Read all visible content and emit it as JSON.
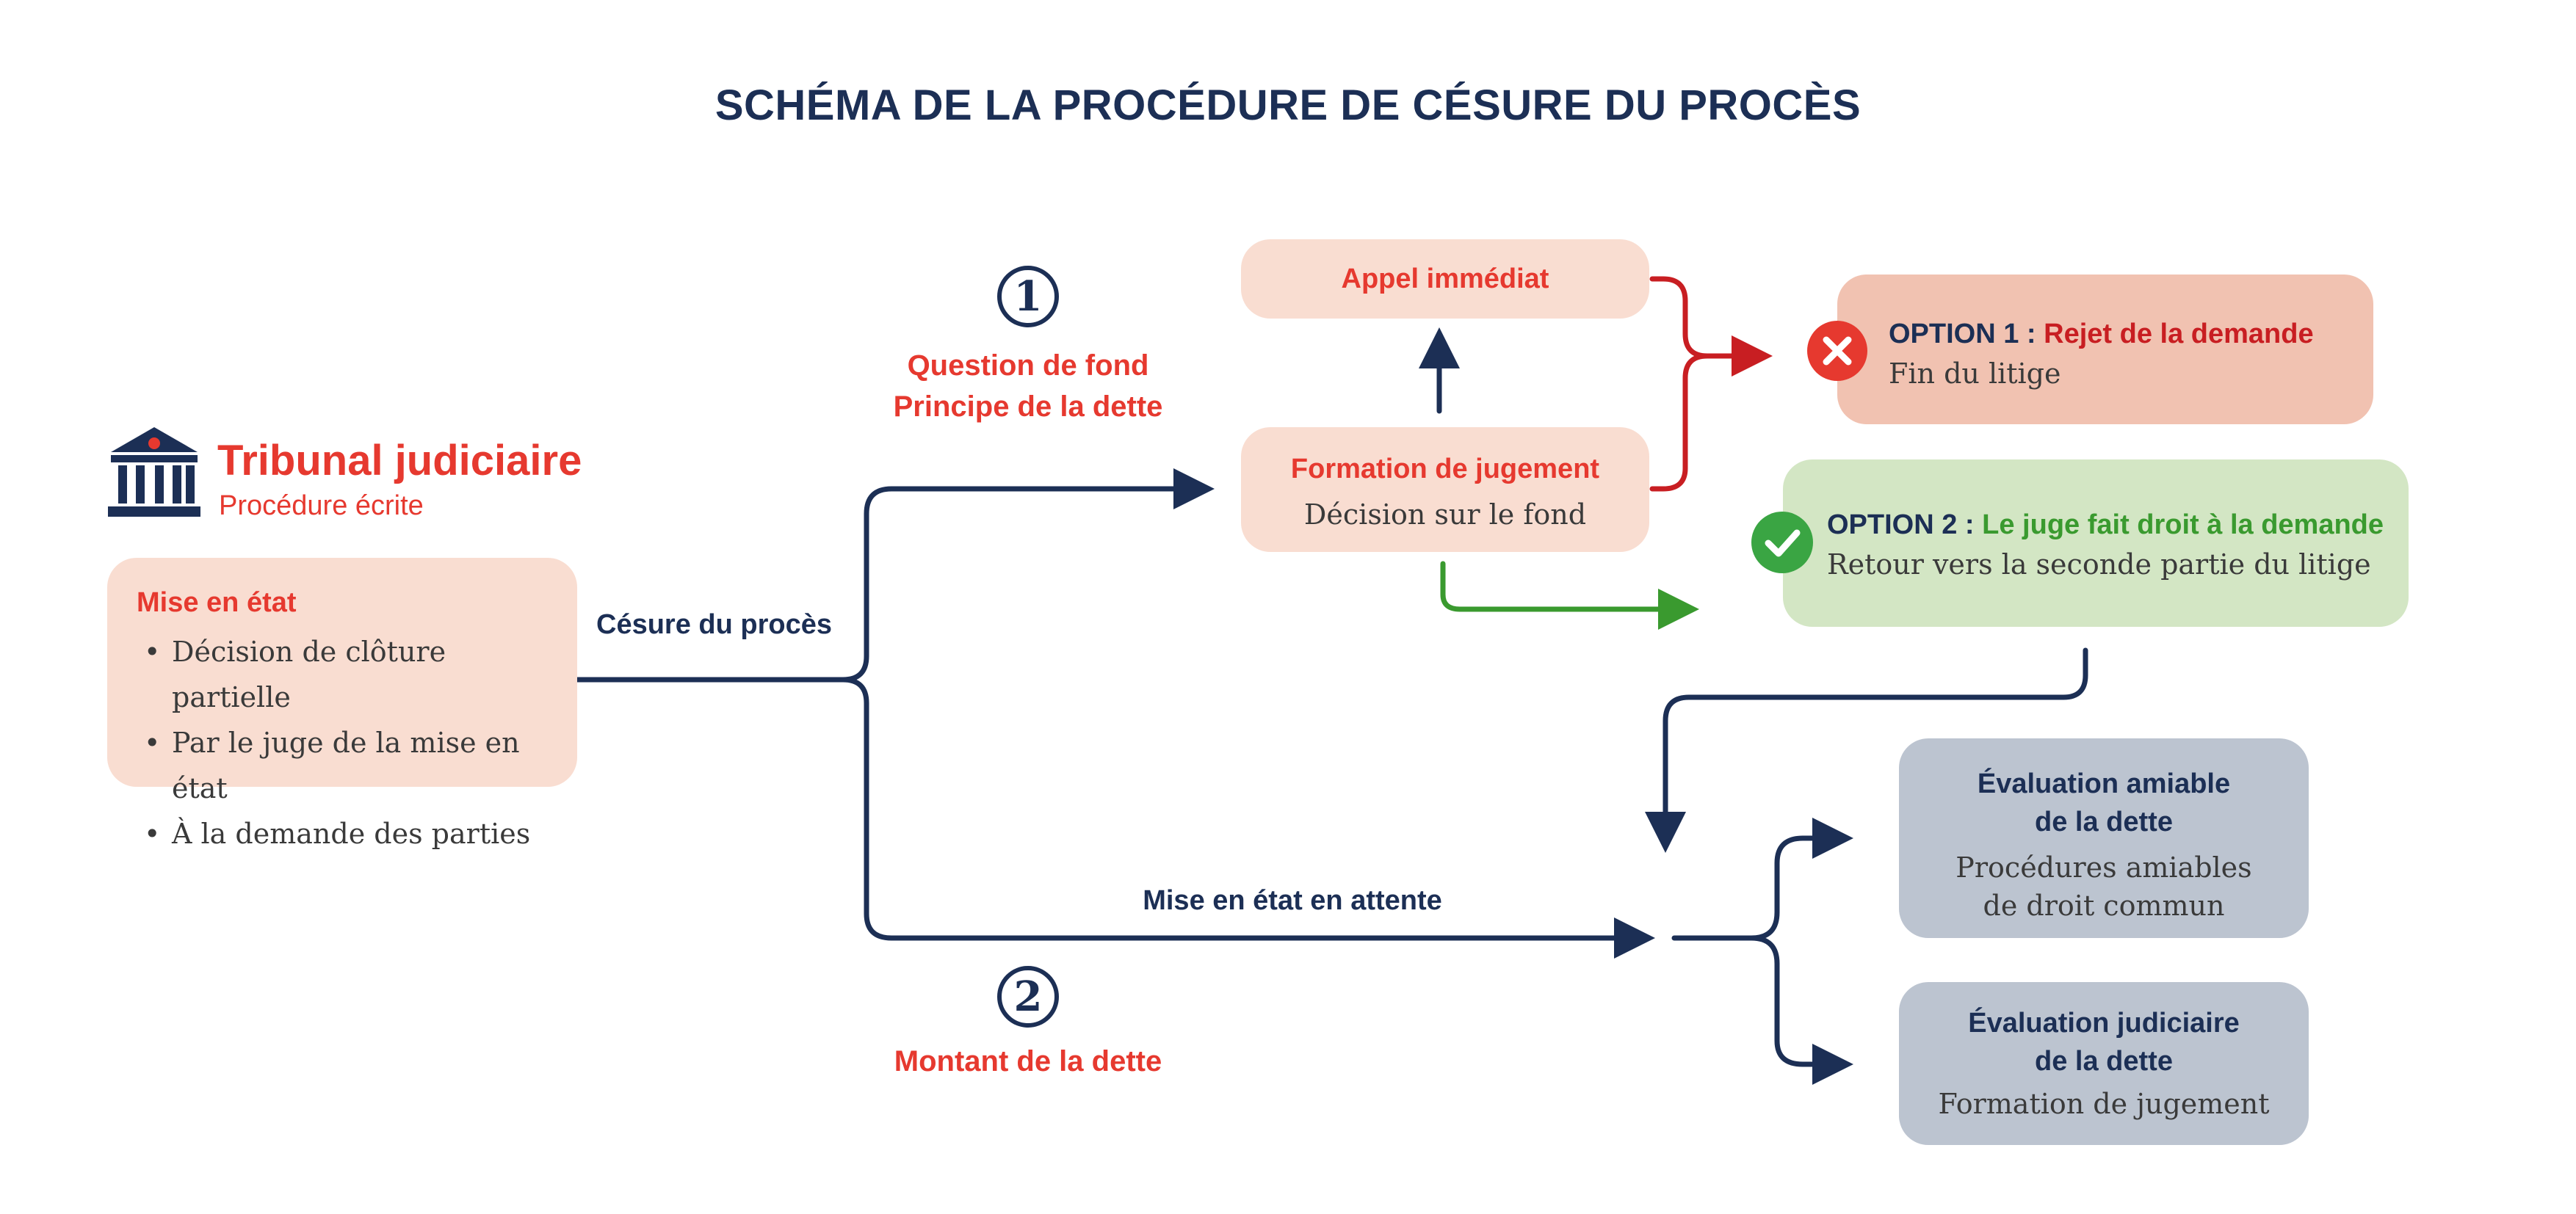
{
  "title": "SCHÉMA DE LA PROCÉDURE DE CÉSURE DU PROCÈS",
  "colors": {
    "navy": "#1c2f55",
    "red": "#e6392f",
    "darkred": "#c81e22",
    "green": "#3a9a2f",
    "peach": "#f9ddd1",
    "salmon": "#f1c2b1",
    "lightgreen": "#d3e6c4",
    "grey": "#bcc4d0"
  },
  "court": {
    "icon": "courthouse-icon",
    "name": "Tribunal judiciaire",
    "subtitle": "Procédure écrite"
  },
  "mise_en_etat": {
    "title": "Mise en état",
    "items": [
      "Décision de clôture partielle",
      "Par le juge de la mise en état",
      "À la demande des parties"
    ]
  },
  "labels": {
    "cesure": "Césure du procès",
    "attente": "Mise en état en attente"
  },
  "step1": {
    "number": "1",
    "line1": "Question de fond",
    "line2": "Principe de la dette"
  },
  "step2": {
    "number": "2",
    "line1": "Montant de la dette"
  },
  "appel": {
    "title": "Appel immédiat"
  },
  "formation": {
    "title": "Formation de jugement",
    "subtitle": "Décision sur le fond"
  },
  "option1": {
    "icon": "cross-icon",
    "prefix": "OPTION 1 :",
    "title": "Rejet de la demande",
    "subtitle": "Fin du litige"
  },
  "option2": {
    "icon": "check-icon",
    "prefix": "OPTION 2 :",
    "title": "Le juge fait droit à la demande",
    "subtitle": "Retour vers la seconde partie du litige"
  },
  "amiable": {
    "line1": "Évaluation amiable",
    "line2": "de la dette",
    "sub1": "Procédures amiables",
    "sub2": "de droit commun"
  },
  "judiciaire": {
    "line1": "Évaluation judiciaire",
    "line2": "de la dette",
    "sub1": "Formation de jugement"
  }
}
